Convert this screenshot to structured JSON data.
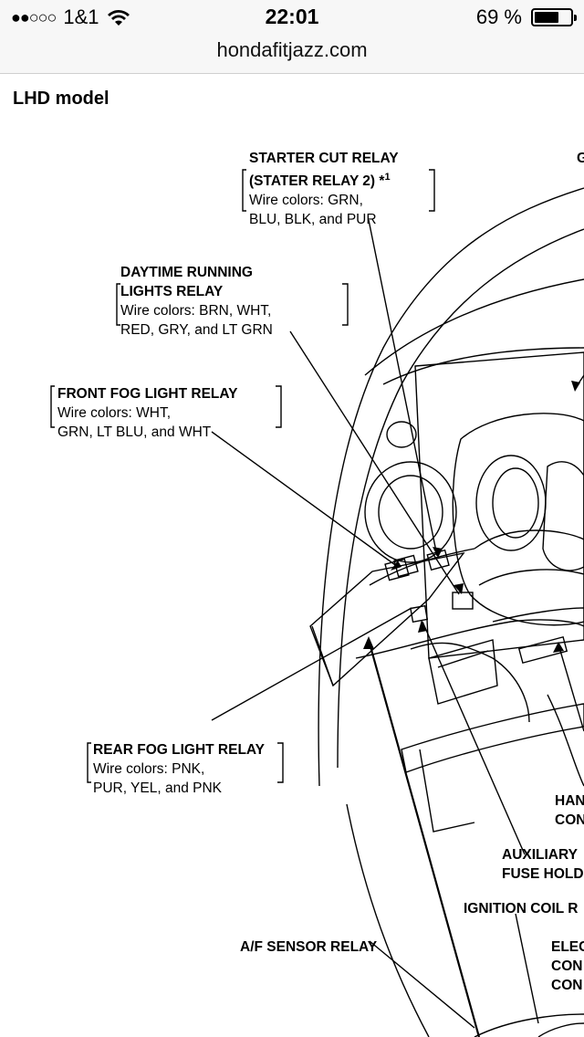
{
  "status_bar": {
    "signal_dots": "●●○○○",
    "carrier": "1&1",
    "time": "22:01",
    "battery_percent_text": "69 %",
    "battery_level": 0.69
  },
  "browser": {
    "url": "hondafitjazz.com"
  },
  "diagram": {
    "heading": "LHD model",
    "labels": {
      "starter_cut_relay": {
        "line1": "STARTER CUT RELAY",
        "line2": "(STATER RELAY 2) *",
        "superscript": "1",
        "line3": "Wire colors: GRN,",
        "line4": "BLU, BLK, and PUR"
      },
      "daytime_running": {
        "line1": "DAYTIME RUNNING",
        "line2": "LIGHTS RELAY",
        "line3": "Wire colors: BRN, WHT,",
        "line4": "RED, GRY, and LT GRN"
      },
      "front_fog": {
        "line1": "FRONT FOG LIGHT RELAY",
        "line2": "Wire colors: WHT,",
        "line3": "GRN, LT BLU, and WHT"
      },
      "rear_fog": {
        "line1": "REAR FOG LIGHT RELAY",
        "line2": "Wire colors: PNK,",
        "line3": "PUR, YEL, and PNK"
      },
      "af_sensor": "A/F SENSOR RELAY",
      "ignition_coil": "IGNITION COIL R",
      "auxiliary_1": "AUXILIARY",
      "auxiliary_2": "FUSE HOLD",
      "han_1": "HAN",
      "han_2": "CON",
      "elec_1": "ELEC",
      "elec_2": "CON",
      "elec_3": "CON",
      "top_right": "G"
    }
  }
}
